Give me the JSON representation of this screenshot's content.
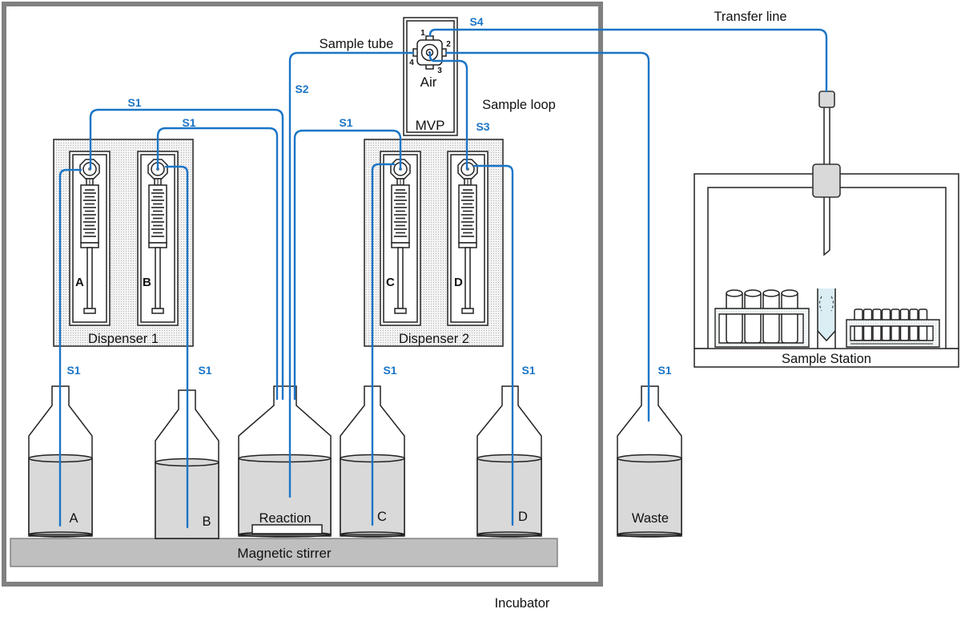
{
  "incubator": {
    "label": "Incubator"
  },
  "stirrer": {
    "label": "Magnetic stirrer"
  },
  "dispensers": [
    {
      "label": "Dispenser 1",
      "syringes": [
        "A",
        "B"
      ]
    },
    {
      "label": "Dispenser 2",
      "syringes": [
        "C",
        "D"
      ]
    }
  ],
  "bottles": [
    {
      "label": "A"
    },
    {
      "label": "B"
    },
    {
      "label": "Reaction"
    },
    {
      "label": "C"
    },
    {
      "label": "D"
    },
    {
      "label": "Waste"
    }
  ],
  "mvp": {
    "label": "MVP",
    "air_label": "Air",
    "ports": [
      "1",
      "2",
      "3",
      "4"
    ]
  },
  "lines": {
    "s1": "S1",
    "s2": "S2",
    "s3": "S3",
    "s4": "S4"
  },
  "annotations": {
    "sample_tube": "Sample tube",
    "sample_loop": "Sample loop",
    "transfer_line": "Transfer line"
  },
  "sample_station": {
    "label": "Sample Station"
  },
  "colors": {
    "tubing": "#1b75c6",
    "liquid": "#d9d9d9",
    "stirrer": "#bfbfbf",
    "incubator_border": "#808080",
    "conical_tube": "#dbeef4"
  }
}
